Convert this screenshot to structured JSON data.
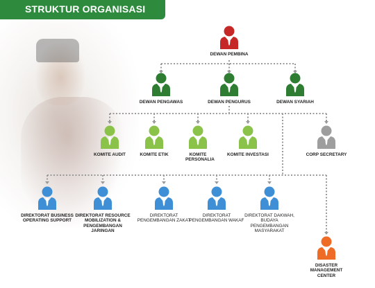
{
  "banner": {
    "title": "STRUKTUR ORGANISASI"
  },
  "colors": {
    "banner": "#2e8b3e",
    "pembina": "#c62828",
    "level2": "#2e7d32",
    "komite": "#8bc34a",
    "secretary": "#9e9e9e",
    "direktorat": "#3f8fd6",
    "disaster": "#ef6c27",
    "connector": "#999999"
  },
  "nodes": {
    "pembina": {
      "label": "DEWAN PEMBINA",
      "icon": "person-icon",
      "color": "pembina"
    },
    "pengawas": {
      "label": "DEWAN PENGAWAS",
      "icon": "person-icon",
      "color": "level2"
    },
    "pengurus": {
      "label": "DEWAN PENGURUS",
      "icon": "person-icon",
      "color": "level2"
    },
    "syariah": {
      "label": "DEWAN SYARIAH",
      "icon": "person-icon",
      "color": "level2"
    },
    "audit": {
      "label": "KOMITE AUDIT",
      "icon": "person-icon",
      "color": "komite"
    },
    "etik": {
      "label": "KOMITE ETIK",
      "icon": "person-icon",
      "color": "komite"
    },
    "personalia": {
      "label": "KOMITE PERSONALIA",
      "icon": "person-icon",
      "color": "komite"
    },
    "investasi": {
      "label": "KOMITE INVESTASI",
      "icon": "person-icon",
      "color": "komite"
    },
    "secretary": {
      "label": "CORP SECRETARY",
      "icon": "person-icon",
      "color": "secretary"
    },
    "bos": {
      "label": "DIREKTORAT BUSINESS OPERATING SUPPORT",
      "icon": "person-icon",
      "color": "direktorat"
    },
    "resource": {
      "label": "DIREKTORAT RESOURCE MOBILIZATION & PENGEMBANGAN JARINGAN",
      "icon": "person-icon",
      "color": "direktorat"
    },
    "zakat": {
      "label": "DIREKTORAT PENGEMBANGAN ZAKAT",
      "icon": "person-icon",
      "color": "direktorat"
    },
    "wakaf": {
      "label": "DIREKTORAT PENGEMBANGAN WAKAF",
      "icon": "person-icon",
      "color": "direktorat"
    },
    "dakwah": {
      "label": "DIREKTORAT DAKWAH, BUDAYA PENGEMBANGAN MASYARAKAT",
      "icon": "person-icon",
      "color": "direktorat"
    },
    "disaster": {
      "label": "DISASTER MANAGEMENT CENTER",
      "icon": "person-icon",
      "color": "disaster"
    }
  }
}
